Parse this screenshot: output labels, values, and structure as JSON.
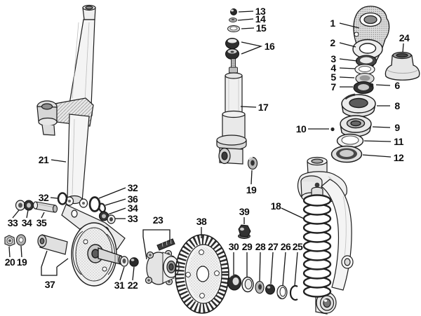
{
  "diagram": {
    "labels": {
      "p1": "1",
      "p2": "2",
      "p3": "3",
      "p4": "4",
      "p5": "5",
      "p6": "6",
      "p7": "7",
      "p8": "8",
      "p9": "9",
      "p10": "10",
      "p11": "11",
      "p12": "12",
      "p13": "13",
      "p14": "14",
      "p15": "15",
      "p16": "16",
      "p17": "17",
      "p18": "18",
      "p19": "19",
      "p20": "20",
      "p21": "21",
      "p22": "22",
      "p23": "23",
      "p24": "24",
      "p25": "25",
      "p26": "26",
      "p27": "27",
      "p28": "28",
      "p29": "29",
      "p30": "30",
      "p31": "31",
      "p32": "32",
      "p33": "33",
      "p34": "34",
      "p35": "35",
      "p36": "36",
      "p37": "37",
      "p38": "38",
      "p39": "39"
    }
  }
}
